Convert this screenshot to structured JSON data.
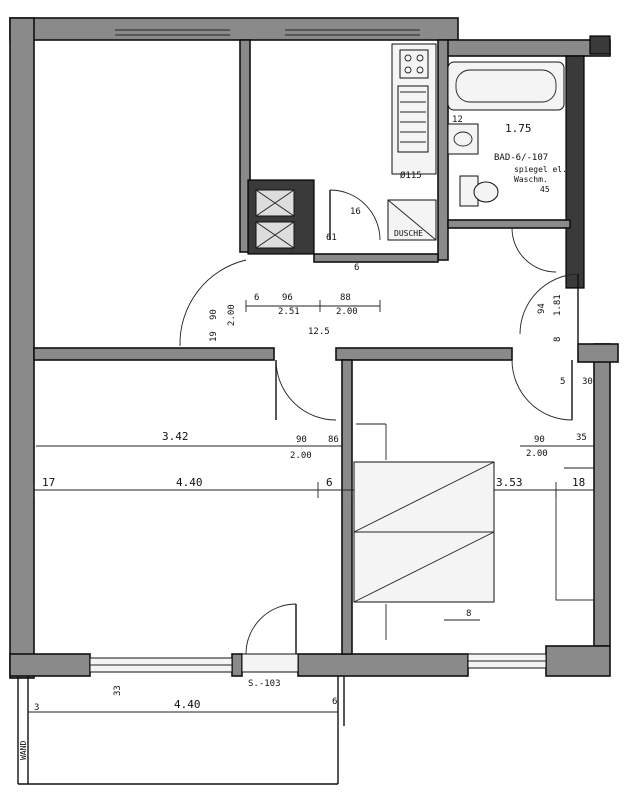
{
  "labels": {
    "hall_area": "12.5",
    "bath_area": "1.75",
    "bath_note": "BAD-6/-107",
    "bath_note2": "spiegel el.",
    "bath_note3": "Waschm.",
    "bath_note4": "45",
    "shaft": "Ø115",
    "bath_12": "12",
    "shower": "DUSCHE",
    "kitchen_16": "16",
    "kitchen_6": "6",
    "kitchen_61": "61",
    "hall_6": "6",
    "hall_96": "96",
    "hall_251": "2.51",
    "hall_88": "88",
    "hall_200": "2.00",
    "hall_door_left_1": "2.00",
    "hall_door_left_2": "90",
    "hall_door_left_3": "19",
    "hall_door_right_1": "94",
    "hall_door_right_2": "1.81",
    "hall_door_right_3": "8",
    "right_5": "5",
    "right_30": "30",
    "left_room_342": "3.42",
    "left_room_90": "90",
    "left_room_200": "2.00",
    "left_room_86": "86",
    "row_17": "17",
    "row_440": "4.40",
    "row_6": "6",
    "row_353": "3.53",
    "row_18": "18",
    "right_room_90": "90",
    "right_room_200": "2.00",
    "right_room_35": "35",
    "bottom_8": "8",
    "balcony_3": "3",
    "balcony_33": "33",
    "balcony_440": "4.40",
    "balcony_door": "S.-103",
    "balcony_6": "6",
    "balcony_wand": "WAND"
  }
}
